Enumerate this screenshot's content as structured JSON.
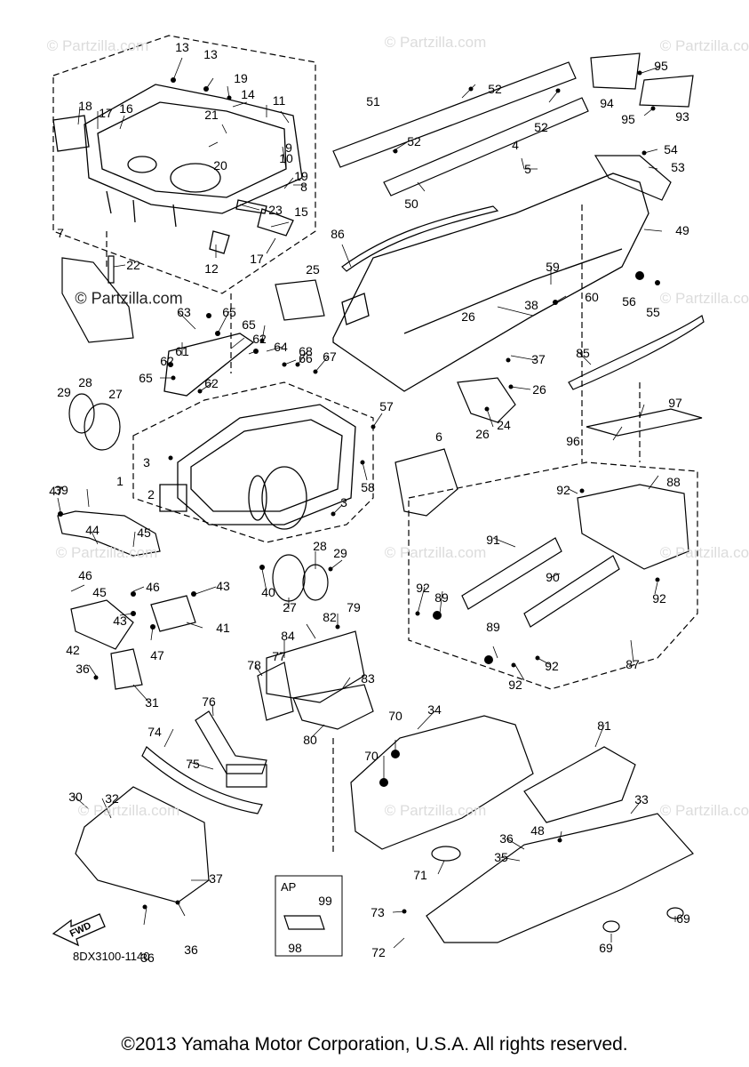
{
  "watermark_text": "© Partzilla.com",
  "diagram_code": "8DX3100-1140",
  "copyright": "©2013 Yamaha Motor Corporation, U.S.A. All rights reserved.",
  "fwd_label": "FWD",
  "ap_label": "AP",
  "callouts": [
    "1",
    "2",
    "3",
    "4",
    "5",
    "6",
    "7",
    "8",
    "9",
    "10",
    "11",
    "12",
    "13",
    "14",
    "15",
    "16",
    "17",
    "18",
    "19",
    "20",
    "21",
    "22",
    "23",
    "24",
    "25",
    "26",
    "27",
    "28",
    "29",
    "30",
    "31",
    "32",
    "33",
    "34",
    "35",
    "36",
    "37",
    "38",
    "39",
    "40",
    "41",
    "42",
    "43",
    "44",
    "45",
    "46",
    "47",
    "48",
    "49",
    "50",
    "51",
    "52",
    "53",
    "54",
    "55",
    "56",
    "57",
    "58",
    "59",
    "60",
    "61",
    "62",
    "63",
    "64",
    "65",
    "66",
    "67",
    "68",
    "69",
    "70",
    "71",
    "72",
    "73",
    "74",
    "75",
    "76",
    "77",
    "78",
    "79",
    "80",
    "81",
    "82",
    "83",
    "84",
    "85",
    "86",
    "87",
    "88",
    "89",
    "90",
    "91",
    "92",
    "93",
    "94",
    "95",
    "96",
    "97",
    "98",
    "99"
  ]
}
